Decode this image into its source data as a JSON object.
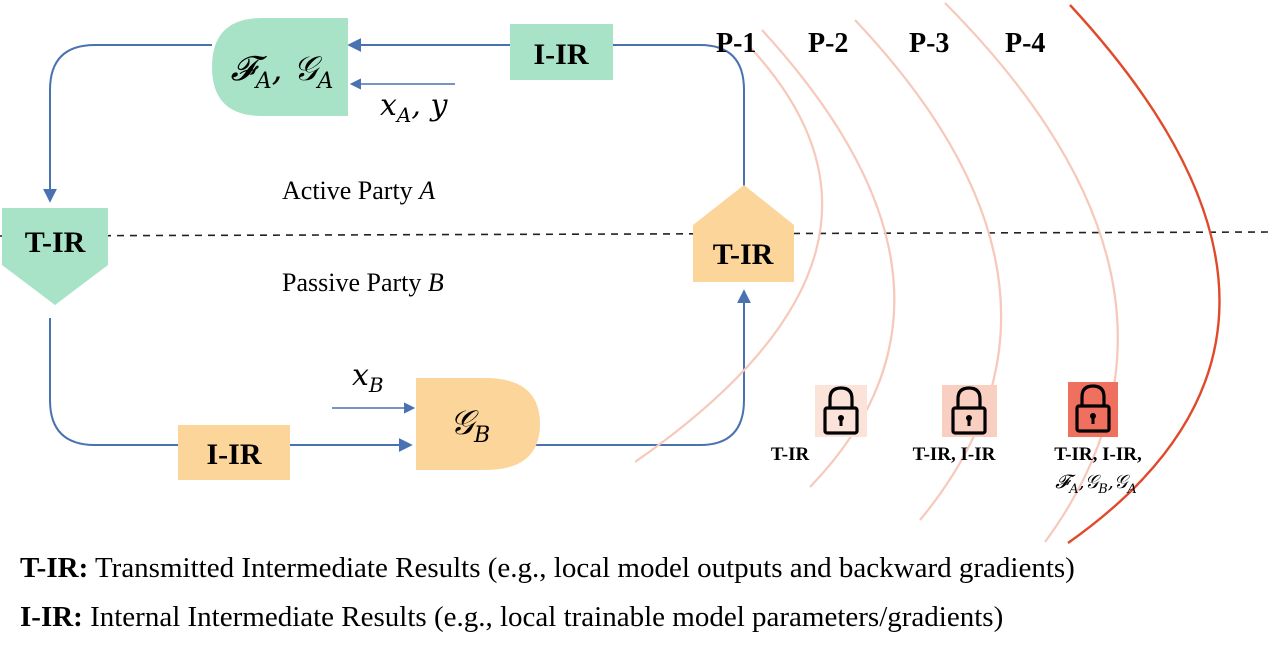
{
  "nodes": {
    "fa_ga": {
      "label": "𝓕",
      "sub1": "A",
      "sep": ", ",
      "label2": "𝒢",
      "sub2": "A"
    },
    "gb": {
      "label": "𝒢",
      "sub": "B"
    },
    "top_iir": {
      "label": "I-IR"
    },
    "bottom_iir": {
      "label": "I-IR"
    },
    "left_tir": {
      "label": "T-IR"
    },
    "right_tir": {
      "label": "T-IR"
    }
  },
  "inputs": {
    "a": {
      "x": "x",
      "x_sub": "A",
      "sep": ", ",
      "y": "y"
    },
    "b": {
      "x": "x",
      "x_sub": "B"
    }
  },
  "parties": {
    "active": {
      "text": "Active Party ",
      "var": "A"
    },
    "passive": {
      "text": "Passive Party ",
      "var": "B"
    }
  },
  "privacy_levels": [
    {
      "label": "P-1"
    },
    {
      "label": "P-2"
    },
    {
      "label": "P-3"
    },
    {
      "label": "P-4"
    }
  ],
  "locks": [
    {
      "caption": "T-IR",
      "bg": "#fbe3da"
    },
    {
      "caption": "T-IR, I-IR",
      "bg": "#f9cfc2"
    },
    {
      "caption": "T-IR, I-IR,",
      "caption2": {
        "f": "𝓕",
        "f_sub": "A",
        "g1": "𝒢",
        "g1_sub": "B",
        "g2": "𝒢",
        "g2_sub": "A"
      },
      "bg": "#f07060"
    }
  ],
  "legend": [
    {
      "term": "T-IR:",
      "desc": " Transmitted Intermediate Results (e.g., local model outputs and backward gradients)"
    },
    {
      "term": "I-IR:",
      "desc": " Internal Intermediate Results (e.g., local trainable model parameters/gradients)"
    }
  ],
  "colors": {
    "green": "#a8e3c8",
    "orange": "#fcd59a",
    "flow": "#4a72b0",
    "arc_light": "#f6c9bb",
    "arc_strong": "#e04a2a"
  }
}
